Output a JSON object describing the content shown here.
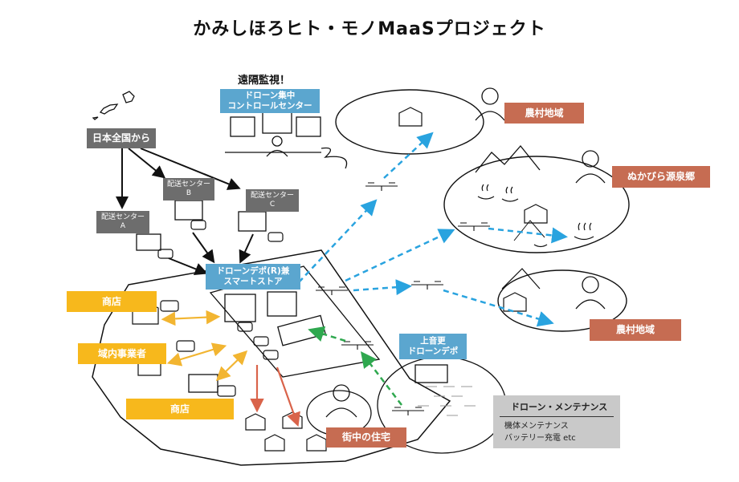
{
  "title": "かみしほろヒト・モノMaaSプロジェクト",
  "labels": {
    "remote_monitor": "遠隔監視！",
    "control_center": [
      "ドローン集中",
      "コントロールセンター"
    ],
    "nationwide": "日本全国から",
    "center_a": [
      "配送センター",
      "A"
    ],
    "center_b": [
      "配送センター",
      "B"
    ],
    "center_c": [
      "配送センター",
      "C"
    ],
    "depot_store": [
      "ドローンデポ(R)兼",
      "スマートストア"
    ],
    "kamiotofuke_depot": [
      "上音更",
      "ドローンデポ"
    ],
    "rural_area_1": "農村地域",
    "nukabira": "ぬかびら源泉郷",
    "rural_area_2": "農村地域",
    "shop_1": "商店",
    "business": "域内事業者",
    "shop_2": "商店",
    "town_housing": "街中の住宅"
  },
  "maintenance": {
    "title": "ドローン・メンテナンス",
    "lines": [
      "機体メンテナンス",
      "バッテリー充電 etc"
    ]
  },
  "colors": {
    "grey_box": "#6d6d6d",
    "blue_box": "#5ba6cf",
    "orange_box": "#c66c52",
    "yellow_box": "#f7b81c",
    "drone_route": "#29a3df",
    "return_route": "#2fa84f",
    "local_delivery": "#f2b531",
    "house_delivery": "#d9634a"
  }
}
